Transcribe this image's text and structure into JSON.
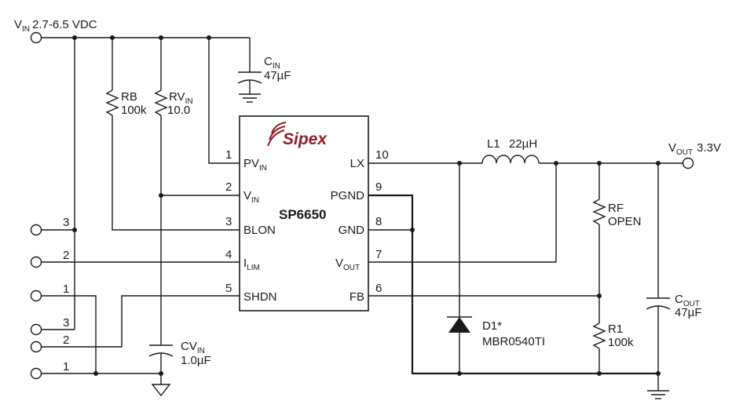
{
  "chip": {
    "logo": "Sipex",
    "part": "SP6650"
  },
  "pins_left": [
    {
      "num": "1",
      "name": "PV",
      "sub": "IN"
    },
    {
      "num": "2",
      "name": "V",
      "sub": "IN"
    },
    {
      "num": "3",
      "name": "BLON",
      "sub": ""
    },
    {
      "num": "4",
      "name": "I",
      "sub": "LIM"
    },
    {
      "num": "5",
      "name": "SHDN",
      "sub": ""
    }
  ],
  "pins_right": [
    {
      "num": "10",
      "name": "LX",
      "sub": ""
    },
    {
      "num": "9",
      "name": "PGND",
      "sub": ""
    },
    {
      "num": "8",
      "name": "GND",
      "sub": ""
    },
    {
      "num": "7",
      "name": "V",
      "sub": "OUT"
    },
    {
      "num": "6",
      "name": "FB",
      "sub": ""
    }
  ],
  "vin": {
    "name": "V",
    "sub": "IN",
    "range": "2.7-6.5 VDC"
  },
  "vout": {
    "name": "V",
    "sub": "OUT",
    "value": "3.3V"
  },
  "components": {
    "cin": {
      "name": "C",
      "sub": "IN",
      "value": "47µF"
    },
    "rb": {
      "name": "RB",
      "value": "100k"
    },
    "rvin": {
      "name": "RV",
      "sub": "IN",
      "value": "10.0"
    },
    "cvin": {
      "name": "CV",
      "sub": "IN",
      "value": "1.0µF"
    },
    "l1": {
      "name": "L1",
      "value": "22µH"
    },
    "rf": {
      "name": "RF",
      "value": "OPEN"
    },
    "cout": {
      "name": "C",
      "sub": "OUT",
      "value": "47µF"
    },
    "r1": {
      "name": "R1",
      "value": "100k"
    },
    "d1": {
      "name": "D1*",
      "value": "MBR0540TI"
    }
  },
  "jumper_labels": [
    "3",
    "2",
    "1",
    "3",
    "2",
    "1"
  ]
}
